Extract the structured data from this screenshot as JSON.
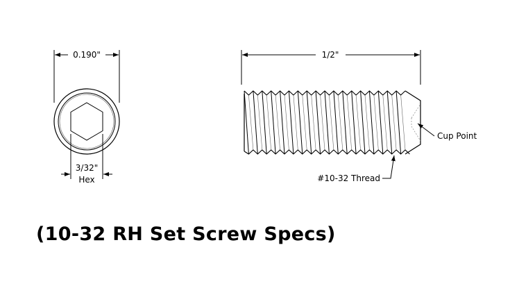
{
  "end_view": {
    "diameter_label": "0.190\"",
    "hex_size_label": "3/32\"",
    "hex_label": "Hex"
  },
  "side_view": {
    "length_label": "1/2\"",
    "cup_point_label": "Cup Point",
    "thread_label": "#10-32 Thread"
  },
  "caption": "(10-32 RH Set Screw Specs)"
}
